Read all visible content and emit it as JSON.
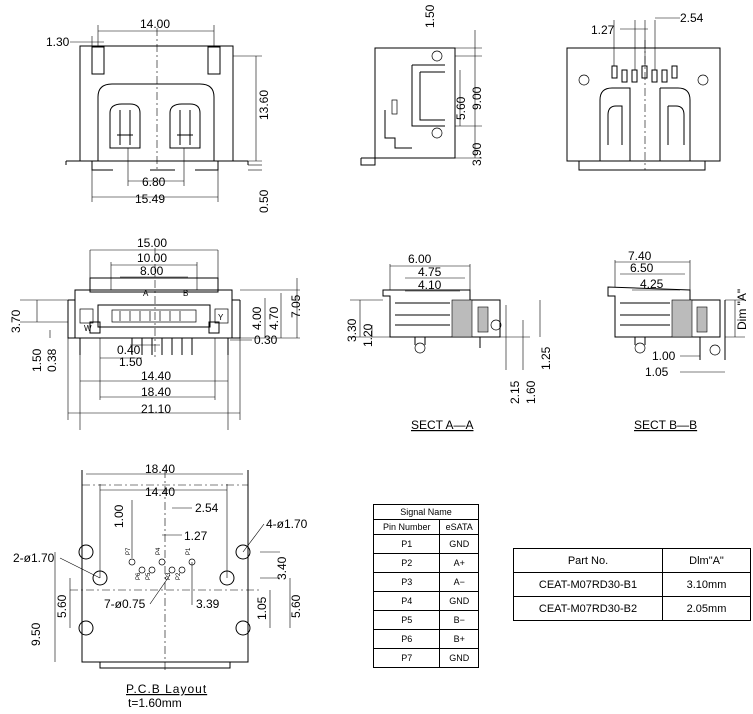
{
  "top_view": {
    "w": "14.00",
    "pin": "1.30",
    "height": "13.60",
    "inner": "6.80",
    "outer": "15.49",
    "foot": "0.50"
  },
  "side_view": {
    "top": "1.50",
    "mid": "5.60",
    "full": "9.00",
    "bot": "3.90"
  },
  "rear_view": {
    "p1": "1.27",
    "p2": "2.54"
  },
  "front_view": {
    "w15": "15.00",
    "w10": "10.00",
    "w8": "8.00",
    "h370": "3.70",
    "h400": "4.00",
    "h470": "4.70",
    "h705": "7.05",
    "h150": "1.50",
    "h038": "0.38",
    "p040": "0.40",
    "p030": "0.30",
    "p150": "1.50",
    "w1440": "14.40",
    "w1840": "18.40",
    "w2110": "21.10",
    "mark_a": "A",
    "mark_b": "B",
    "mark_w": "W",
    "mark_y": "Y"
  },
  "section_aa": {
    "title": "SECT A—A",
    "w600": "6.00",
    "w475": "4.75",
    "w410": "4.10",
    "h330": "3.30",
    "h120": "1.20",
    "h215": "2.15",
    "h160": "1.60",
    "h125": "1.25"
  },
  "section_bb": {
    "title": "SECT B—B",
    "w740": "7.40",
    "w650": "6.50",
    "w425": "4.25",
    "dim_a": "Dim \"A\"",
    "h100": "1.00",
    "h105": "1.05"
  },
  "pcb": {
    "title": "P.C.B Layout",
    "subtitle": "t=1.60mm",
    "w1840": "18.40",
    "w1440": "14.40",
    "p100": "1.00",
    "p254": "2.54",
    "p127": "1.27",
    "hole2": "2-ø1.70",
    "hole4": "4-ø1.70",
    "hole7": "7-ø0.75",
    "d339": "3.39",
    "d340": "3.40",
    "v950": "9.50",
    "v560": "5.60",
    "v105": "1.05",
    "v560b": "5.60",
    "pad_labels": [
      "P7",
      "P6",
      "P5",
      "P4",
      "P3",
      "P2",
      "P1"
    ]
  },
  "signal_table": {
    "title": "Signal Name",
    "col_pin": "Pin Number",
    "col_sig": "eSATA",
    "rows": [
      {
        "pin": "P1",
        "sig": "GND"
      },
      {
        "pin": "P2",
        "sig": "A+"
      },
      {
        "pin": "P3",
        "sig": "A−"
      },
      {
        "pin": "P4",
        "sig": "GND"
      },
      {
        "pin": "P5",
        "sig": "B−"
      },
      {
        "pin": "P6",
        "sig": "B+"
      },
      {
        "pin": "P7",
        "sig": "GND"
      }
    ]
  },
  "part_table": {
    "col_part": "Part No.",
    "col_dim": "Dlm\"A\"",
    "rows": [
      {
        "part": "CEAT-M07RD30-B1",
        "dim": "3.10mm"
      },
      {
        "part": "CEAT-M07RD30-B2",
        "dim": "2.05mm"
      }
    ]
  }
}
